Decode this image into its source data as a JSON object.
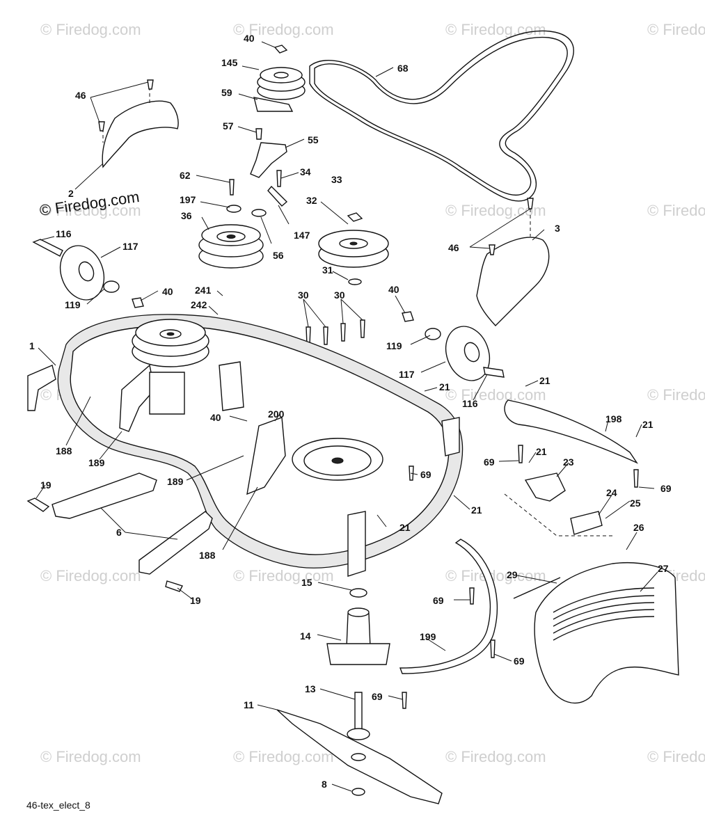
{
  "diagram": {
    "code_label": "46-tex_elect_8",
    "watermark_text": "© Firedog.com",
    "part_labels": [
      {
        "id": "lbl-40-top",
        "text": "40"
      },
      {
        "id": "lbl-145",
        "text": "145"
      },
      {
        "id": "lbl-68",
        "text": "68"
      },
      {
        "id": "lbl-46-tl",
        "text": "46"
      },
      {
        "id": "lbl-59",
        "text": "59"
      },
      {
        "id": "lbl-57",
        "text": "57"
      },
      {
        "id": "lbl-55",
        "text": "55"
      },
      {
        "id": "lbl-2",
        "text": "2"
      },
      {
        "id": "lbl-62",
        "text": "62"
      },
      {
        "id": "lbl-34",
        "text": "34"
      },
      {
        "id": "lbl-33",
        "text": "33"
      },
      {
        "id": "lbl-197",
        "text": "197"
      },
      {
        "id": "lbl-32",
        "text": "32"
      },
      {
        "id": "lbl-36",
        "text": "36"
      },
      {
        "id": "lbl-147",
        "text": "147"
      },
      {
        "id": "lbl-56",
        "text": "56"
      },
      {
        "id": "lbl-116-l",
        "text": "116"
      },
      {
        "id": "lbl-117-l",
        "text": "117"
      },
      {
        "id": "lbl-3",
        "text": "3"
      },
      {
        "id": "lbl-46-r",
        "text": "46"
      },
      {
        "id": "lbl-31",
        "text": "31"
      },
      {
        "id": "lbl-40-l",
        "text": "40"
      },
      {
        "id": "lbl-119-l",
        "text": "119"
      },
      {
        "id": "lbl-241",
        "text": "241"
      },
      {
        "id": "lbl-30-a",
        "text": "30"
      },
      {
        "id": "lbl-30-b",
        "text": "30"
      },
      {
        "id": "lbl-40-r",
        "text": "40"
      },
      {
        "id": "lbl-242",
        "text": "242"
      },
      {
        "id": "lbl-1",
        "text": "1"
      },
      {
        "id": "lbl-119-r",
        "text": "119"
      },
      {
        "id": "lbl-117-r",
        "text": "117"
      },
      {
        "id": "lbl-21-a",
        "text": "21"
      },
      {
        "id": "lbl-21-b",
        "text": "21"
      },
      {
        "id": "lbl-116-r",
        "text": "116"
      },
      {
        "id": "lbl-40-m",
        "text": "40"
      },
      {
        "id": "lbl-200",
        "text": "200"
      },
      {
        "id": "lbl-198",
        "text": "198"
      },
      {
        "id": "lbl-21-c",
        "text": "21"
      },
      {
        "id": "lbl-188-l",
        "text": "188"
      },
      {
        "id": "lbl-189-l",
        "text": "189"
      },
      {
        "id": "lbl-69-a",
        "text": "69"
      },
      {
        "id": "lbl-21-d",
        "text": "21"
      },
      {
        "id": "lbl-23",
        "text": "23"
      },
      {
        "id": "lbl-69-b",
        "text": "69"
      },
      {
        "id": "lbl-189-m",
        "text": "189"
      },
      {
        "id": "lbl-69-c",
        "text": "69"
      },
      {
        "id": "lbl-19-t",
        "text": "19"
      },
      {
        "id": "lbl-24",
        "text": "24"
      },
      {
        "id": "lbl-25",
        "text": "25"
      },
      {
        "id": "lbl-21-e",
        "text": "21"
      },
      {
        "id": "lbl-21-f",
        "text": "21"
      },
      {
        "id": "lbl-6",
        "text": "6"
      },
      {
        "id": "lbl-26",
        "text": "26"
      },
      {
        "id": "lbl-188-m",
        "text": "188"
      },
      {
        "id": "lbl-27",
        "text": "27"
      },
      {
        "id": "lbl-29",
        "text": "29"
      },
      {
        "id": "lbl-15",
        "text": "15"
      },
      {
        "id": "lbl-69-d",
        "text": "69"
      },
      {
        "id": "lbl-19-b",
        "text": "19"
      },
      {
        "id": "lbl-14",
        "text": "14"
      },
      {
        "id": "lbl-199",
        "text": "199"
      },
      {
        "id": "lbl-69-e",
        "text": "69"
      },
      {
        "id": "lbl-13",
        "text": "13"
      },
      {
        "id": "lbl-69-f",
        "text": "69"
      },
      {
        "id": "lbl-11",
        "text": "11"
      },
      {
        "id": "lbl-8",
        "text": "8"
      }
    ]
  }
}
